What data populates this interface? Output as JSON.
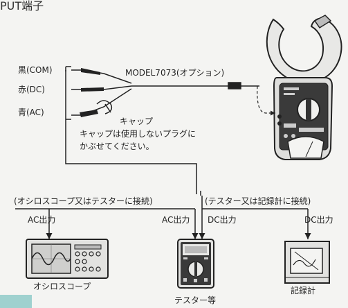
{
  "heading_fragment": "PUT端子",
  "leads": {
    "black": "黒(COM)",
    "red": "赤(DC)",
    "blue": "青(AC)"
  },
  "model_label": "MODEL7073(オプション)",
  "cap": {
    "title": "キャップ",
    "note_line1": "キャップは使用しないプラグに",
    "note_line2": "かぶせてください。"
  },
  "connections": {
    "left_bracket": "(オシロスコープ又はテスターに接続)",
    "right_bracket": "(テスター又は記録計に接続)"
  },
  "outputs": {
    "ac_left": "AC出力",
    "ac_middle": "AC出力",
    "dc_middle": "DC出力",
    "dc_right": "DC出力"
  },
  "devices": {
    "oscilloscope": "オシロスコープ",
    "tester": "テスター等",
    "recorder": "記録計"
  }
}
